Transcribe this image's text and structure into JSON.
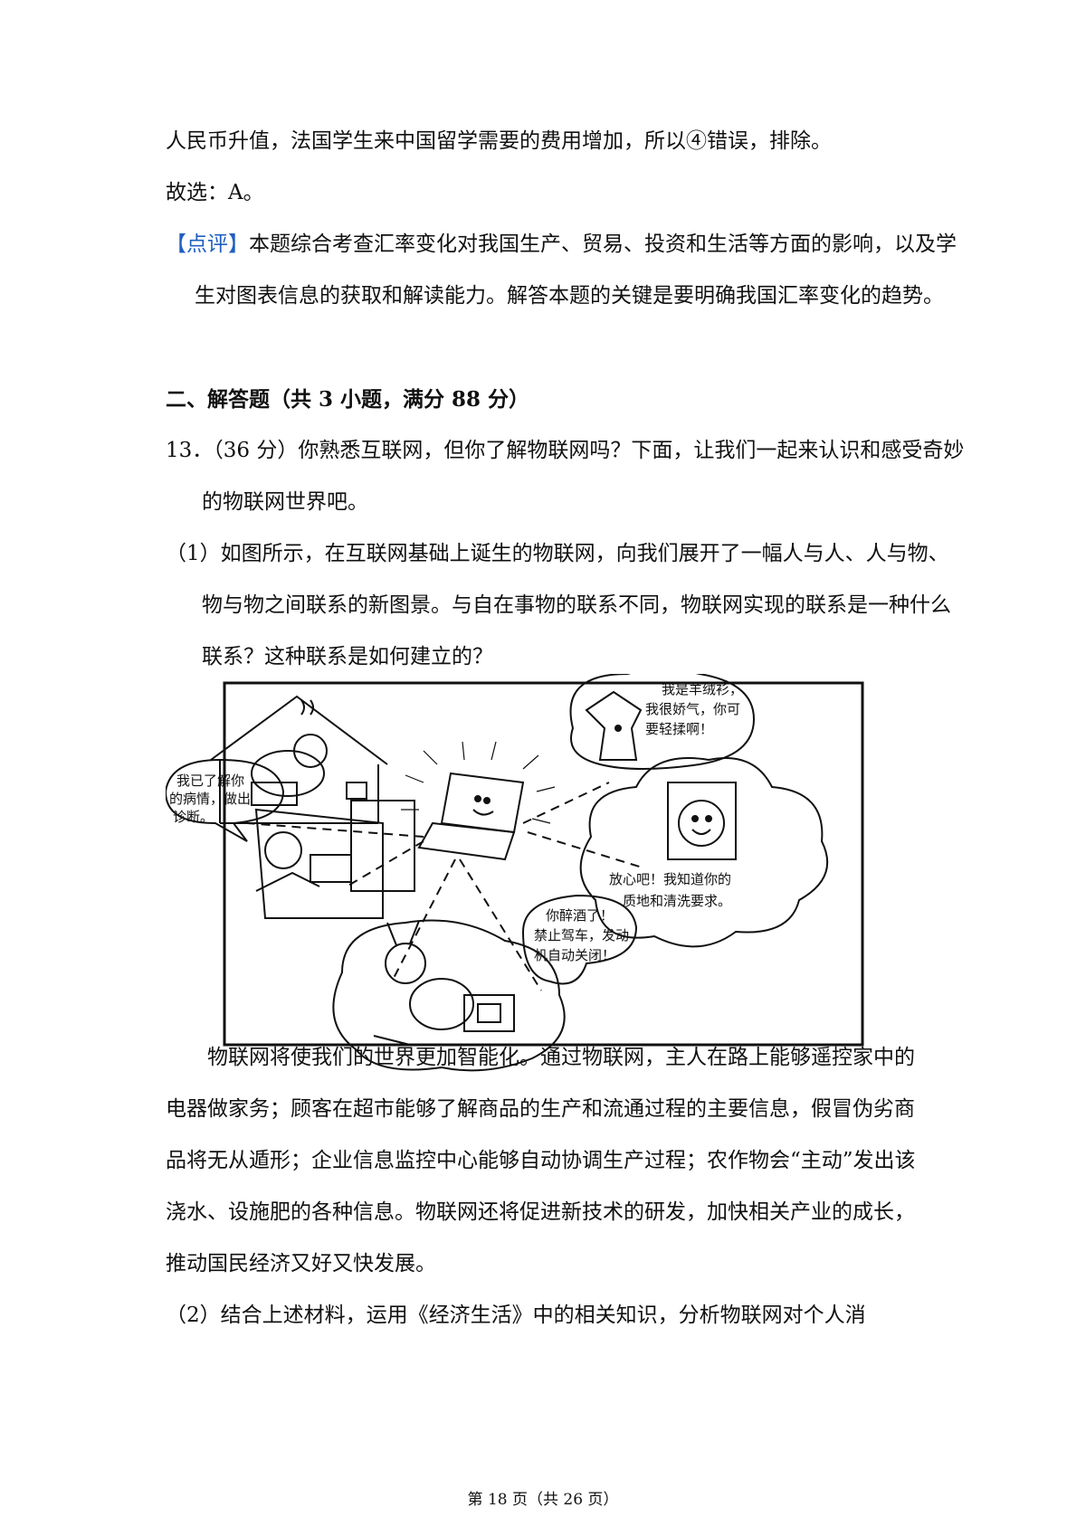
{
  "text": {
    "line1": "人民币升值，法国学生来中国留学需要的费用增加，所以④错误，排除。",
    "answer": "故选：A。",
    "comment_tag": "【点评】",
    "comment_body": "本题综合考查汇率变化对我国生产、贸易、投资和生活等方面的影响，以及学生对图表信息的获取和解读能力。解答本题的关键是要明确我国汇率变化的趋势。",
    "section_title": "二、解答题（共 3 小题，满分 88 分）",
    "q13": "13．（36 分）你熟悉互联网，但你了解物联网吗？下面，让我们一起来认识和感受奇妙的物联网世界吧。",
    "q13_1": "（1）如图所示，在互联网基础上诞生的物联网，向我们展开了一幅人与人、人与物、物与物之间联系的新图景。与自在事物的联系不同，物联网实现的联系是一种什么联系？这种联系是如何建立的？",
    "material": "物联网将使我们的世界更加智能化。通过物联网，主人在路上能够遥控家中的电器做家务；顾客在超市能够了解商品的生产和流通过程的主要信息，假冒伪劣商品将无从遁形；企业信息监控中心能够自动协调生产过程；农作物会“主动”发出该浇水、设施肥的各种信息。物联网还将促进新技术的研发，加快相关产业的成长，推动国民经济又好又快发展。",
    "q13_2": "（2）结合上述材料，运用《经济生活》中的相关知识，分析物联网对个人消"
  },
  "figure": {
    "bubble_doctor": [
      "我已了解你",
      "的病情，做出",
      "诊断。"
    ],
    "bubble_shirt": [
      "我是羊绒衫，",
      "我很娇气，你可",
      "要轻揉啊！"
    ],
    "bubble_washer": [
      "放心吧！我知道你的",
      "质地和清洗要求。"
    ],
    "bubble_car": [
      "你醉酒了！",
      "禁止驾车，发动",
      "机自动关闭！"
    ]
  },
  "footer": "第 18 页（共 26 页）"
}
